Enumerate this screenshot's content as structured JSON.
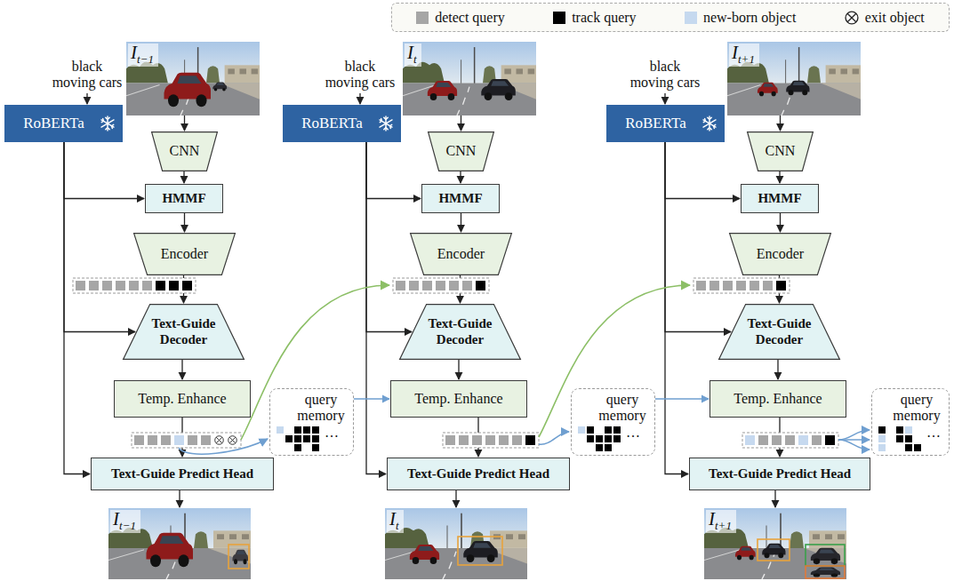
{
  "diagram": {
    "nodes": [
      {
        "text": [
          "I",
          "t−1"
        ]
      },
      {
        "text": [
          "RoBERTa"
        ]
      },
      {
        "text": [
          "CNN"
        ]
      },
      {
        "text": [
          "HMMF"
        ]
      },
      {
        "text": [
          "Encoder"
        ]
      },
      {
        "text": [
          "Text-Guide Decoder"
        ]
      },
      {
        "text": [
          "Temp. Enhance"
        ]
      },
      {
        "text": [
          "query memory"
        ]
      },
      {
        "text": [
          "Text-Guide Predict Head"
        ]
      },
      {
        "text": [
          "I",
          "t−1"
        ]
      },
      {
        "text": [
          "I",
          "t"
        ]
      },
      {
        "text": [
          "RoBERTa"
        ]
      },
      {
        "text": [
          "CNN"
        ]
      },
      {
        "text": [
          "HMMF"
        ]
      },
      {
        "text": [
          "Encoder"
        ]
      },
      {
        "text": [
          "Text-Guide Decoder"
        ]
      },
      {
        "text": [
          "Temp. Enhance"
        ]
      },
      {
        "text": [
          "query memory"
        ]
      },
      {
        "text": [
          "Text-Guide Predict Head"
        ]
      },
      {
        "text": [
          "I",
          "t"
        ]
      },
      {
        "text": [
          "I",
          "t+1"
        ]
      },
      {
        "text": [
          "RoBERTa"
        ]
      },
      {
        "text": [
          "CNN"
        ]
      },
      {
        "text": [
          "HMMF"
        ]
      },
      {
        "text": [
          "Encoder"
        ]
      },
      {
        "text": [
          "Text-Guide Decoder"
        ]
      },
      {
        "text": [
          "Temp. Enhance"
        ]
      },
      {
        "text": [
          "query memory"
        ]
      },
      {
        "text": [
          "Text-Guide Predict Head"
        ]
      },
      {
        "text": [
          "I",
          "t+1"
        ]
      }
    ],
    "edges": [
      {
        "from": 0,
        "to": 2,
        "arrow": "to"
      },
      {
        "from": 2,
        "to": 3,
        "arrow": "to"
      },
      {
        "from": 3,
        "to": 4,
        "arrow": "to"
      },
      {
        "from": 4,
        "to": 5,
        "arrow": "to"
      },
      {
        "from": 5,
        "to": 6,
        "arrow": "to"
      },
      {
        "from": 6,
        "to": 8,
        "arrow": "to"
      },
      {
        "from": 8,
        "to": 9,
        "arrow": "to"
      },
      {
        "from": 1,
        "to": 3,
        "arrow": "to"
      },
      {
        "from": 1,
        "to": 5,
        "arrow": "to"
      },
      {
        "from": 1,
        "to": 8,
        "arrow": "to"
      },
      {
        "from": 10,
        "to": 12,
        "arrow": "to"
      },
      {
        "from": 12,
        "to": 13,
        "arrow": "to"
      },
      {
        "from": 13,
        "to": 14,
        "arrow": "to"
      },
      {
        "from": 14,
        "to": 15,
        "arrow": "to"
      },
      {
        "from": 15,
        "to": 16,
        "arrow": "to"
      },
      {
        "from": 16,
        "to": 18,
        "arrow": "to"
      },
      {
        "from": 18,
        "to": 19,
        "arrow": "to"
      },
      {
        "from": 11,
        "to": 13,
        "arrow": "to"
      },
      {
        "from": 11,
        "to": 15,
        "arrow": "to"
      },
      {
        "from": 11,
        "to": 18,
        "arrow": "to"
      },
      {
        "from": 20,
        "to": 22,
        "arrow": "to"
      },
      {
        "from": 22,
        "to": 23,
        "arrow": "to"
      },
      {
        "from": 23,
        "to": 24,
        "arrow": "to"
      },
      {
        "from": 24,
        "to": 25,
        "arrow": "to"
      },
      {
        "from": 25,
        "to": 26,
        "arrow": "to"
      },
      {
        "from": 26,
        "to": 28,
        "arrow": "to"
      },
      {
        "from": 28,
        "to": 29,
        "arrow": "to"
      },
      {
        "from": 21,
        "to": 23,
        "arrow": "to"
      },
      {
        "from": 21,
        "to": 25,
        "arrow": "to"
      },
      {
        "from": 21,
        "to": 28,
        "arrow": "to"
      },
      {
        "from": 7,
        "to": 16,
        "arrow": "to"
      },
      {
        "from": 17,
        "to": 26,
        "arrow": "to"
      }
    ],
    "labels": [
      "black moving cars",
      "black moving cars",
      "black moving cars",
      "…",
      "…",
      "…"
    ],
    "legend": [
      {
        "text": "detect query",
        "color": "#a6a6a6"
      },
      {
        "text": "track query",
        "color": "#000000"
      },
      {
        "text": "new-born object",
        "color": "#c6d9ef"
      },
      {
        "text": "exit object"
      }
    ]
  }
}
